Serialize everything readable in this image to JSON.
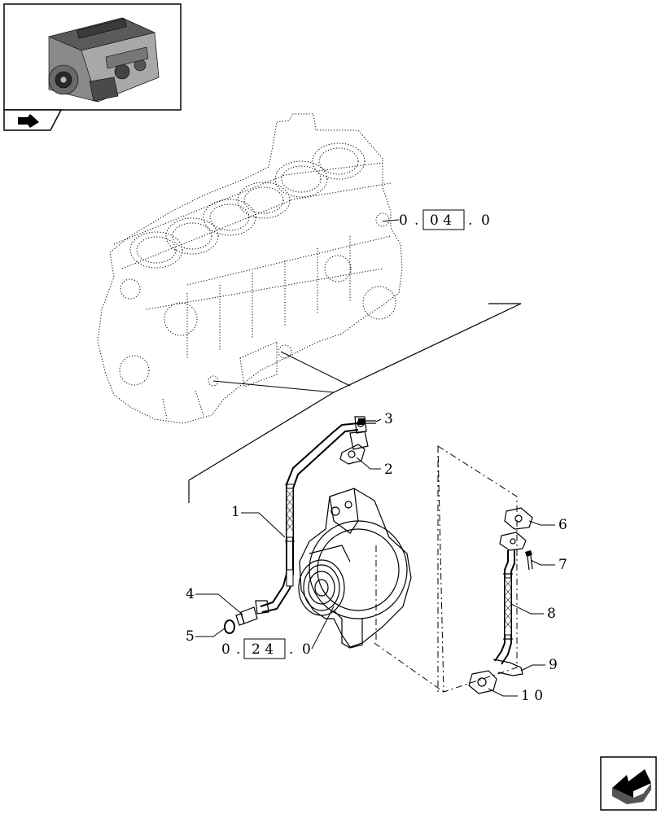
{
  "references": {
    "engine_block": [
      "0",
      "0 4",
      "0"
    ],
    "turbocharger": [
      "0",
      "2 4",
      "0"
    ]
  },
  "callouts": [
    "1",
    "2",
    "3",
    "4",
    "5",
    "6",
    "7",
    "8",
    "9",
    "1 0"
  ],
  "icons": {
    "thumbnail": "engine-thumbnail-icon",
    "view_indicator": "view-arrow-icon",
    "nav": "next-page-arrow-icon"
  }
}
